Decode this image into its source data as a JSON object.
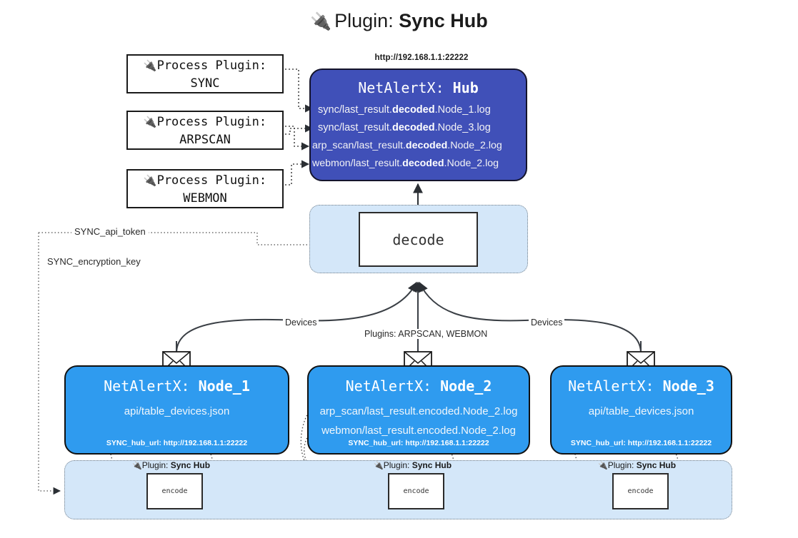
{
  "title": {
    "icon": "plug-icon",
    "prefix": "Plugin:",
    "name": "Sync Hub"
  },
  "process_plugins": [
    {
      "icon": "plug-icon",
      "line1": "Process Plugin:",
      "line2": "SYNC"
    },
    {
      "icon": "plug-icon",
      "line1": "Process Plugin:",
      "line2": "ARPSCAN"
    },
    {
      "icon": "plug-icon",
      "line1": "Process Plugin:",
      "line2": "WEBMON"
    }
  ],
  "hub": {
    "url": "http://192.168.1.1:22222",
    "title_prefix": "NetAlertX:",
    "title_name": "Hub",
    "logs": [
      {
        "pre": "sync/last_result.",
        "strong": "decoded",
        "post": ".Node_1.log"
      },
      {
        "pre": "sync/last_result.",
        "strong": "decoded",
        "post": ".Node_3.log"
      },
      {
        "pre": "arp_scan/last_result.",
        "strong": "decoded",
        "post": ".Node_2.log"
      },
      {
        "pre": "webmon/last_result.",
        "strong": "decoded",
        "post": ".Node_2.log"
      }
    ]
  },
  "decode": {
    "label": "decode"
  },
  "secrets": [
    {
      "label": "SYNC_api_token"
    },
    {
      "label": "SYNC_encryption_key"
    }
  ],
  "edge_labels": {
    "left_devices": "Devices",
    "center_plugins": "Plugins: ARPSCAN, WEBMON",
    "right_devices": "Devices"
  },
  "nodes": [
    {
      "icon": "envelope-icon",
      "title_prefix": "NetAlertX:",
      "title_name": "Node_1",
      "lines": [
        "api/table_devices.json"
      ],
      "hub_url": "SYNC_hub_url: http://192.168.1.1:22222"
    },
    {
      "icon": "envelope-icon",
      "title_prefix": "NetAlertX:",
      "title_name": "Node_2",
      "lines": [
        "arp_scan/last_result.encoded.Node_2.log",
        "webmon/last_result.encoded.Node_2.log"
      ],
      "hub_url": "SYNC_hub_url: http://192.168.1.1:22222"
    },
    {
      "icon": "envelope-icon",
      "title_prefix": "NetAlertX:",
      "title_name": "Node_3",
      "lines": [
        "api/table_devices.json"
      ],
      "hub_url": "SYNC_hub_url: http://192.168.1.1:22222"
    }
  ],
  "encoders": [
    {
      "icon": "plug-icon",
      "caption_prefix": "Plugin:",
      "caption_name": "Sync Hub",
      "label": "encode"
    },
    {
      "icon": "plug-icon",
      "caption_prefix": "Plugin:",
      "caption_name": "Sync Hub",
      "label": "encode"
    },
    {
      "icon": "plug-icon",
      "caption_prefix": "Plugin:",
      "caption_name": "Sync Hub",
      "label": "encode"
    }
  ],
  "colors": {
    "hub_fill": "#4050b8",
    "node_fill": "#2f9bef",
    "pane_fill": "#d4e7f9",
    "stroke": "#111111",
    "wire": "#3a3f45"
  }
}
